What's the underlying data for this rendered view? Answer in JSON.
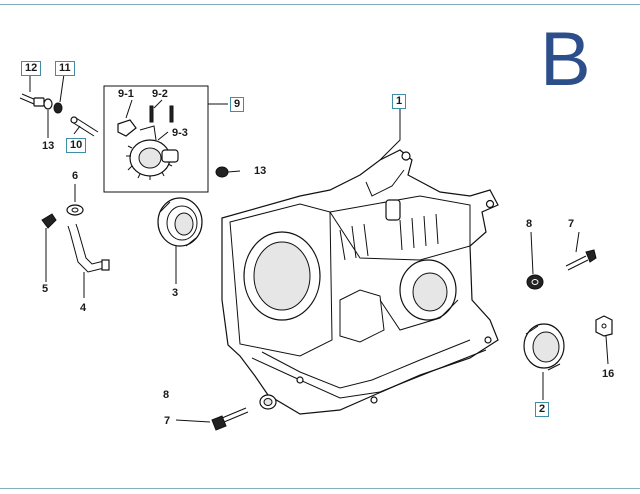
{
  "section_letter": "B",
  "labels": {
    "l1": "1",
    "l2": "2",
    "l3": "3",
    "l4": "4",
    "l5": "5",
    "l6": "6",
    "l7a": "7",
    "l7b": "7",
    "l8a": "8",
    "l8b": "8",
    "l9": "9",
    "l9_1": "9-1",
    "l9_2": "9-2",
    "l9_3": "9-3",
    "l10": "10",
    "l11": "11",
    "l12": "12",
    "l13a": "13",
    "l13b": "13",
    "l16": "16"
  }
}
